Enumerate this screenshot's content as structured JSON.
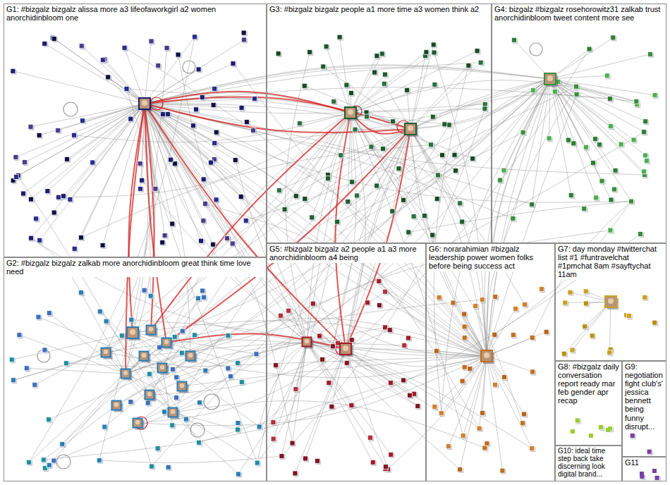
{
  "diagram": {
    "nodes": [
      {
        "text": [
          "G1: #bizgalz bizgalz alissa more a3 lifeofaworkgirl a2 women anorchidinbloom one"
        ]
      },
      {
        "text": [
          "G3: #bizgalz bizgalz people a1 more time a3 women think a2"
        ]
      },
      {
        "text": [
          "G4: bizgalz #bizgalz rosehorowitz31 zalkab trust anorchidinbloom tweet content more see"
        ]
      },
      {
        "text": [
          "G2: #bizgalz bizgalz zalkab more anorchidinbloom great think time love need"
        ]
      },
      {
        "text": [
          "G5: #bizgalz bizgalz a2 people a1 a3 more anorchidinbloom a4 being"
        ]
      },
      {
        "text": [
          "G6: norarahimian #bizgalz leadership power women folks before being success act"
        ]
      },
      {
        "text": [
          "G7: day monday #twitterchat list #1 #funtravelchat #1pmchat 8am #sayftychat 11am"
        ]
      },
      {
        "text": [
          "G8: #bizgalz daily conversation report ready mar feb gender apr recap"
        ]
      },
      {
        "text": [
          "G9: negotiation fight club's' jessica bennett being funny disrupt..."
        ]
      },
      {
        "text": [
          "G10: ideal time step back take discerning look digital brand..."
        ]
      },
      {
        "text": [
          "G11"
        ]
      }
    ]
  }
}
